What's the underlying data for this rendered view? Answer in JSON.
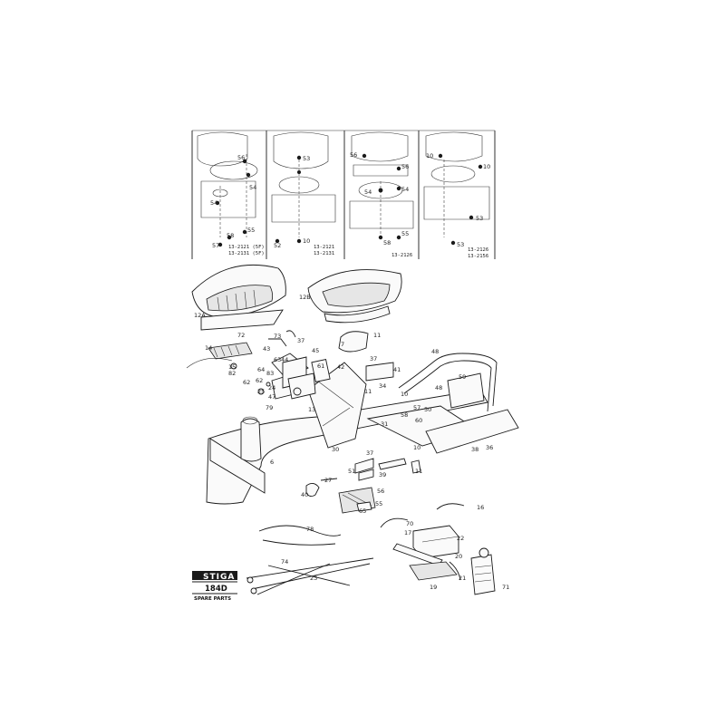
{
  "brand": {
    "logo_text": "STIGA",
    "model": "184D",
    "subtitle": "SPARE PARTS"
  },
  "panels": [
    {
      "codes": [
        "13-2121 (5F)",
        "13-2131 (5F)"
      ],
      "labels": [
        "56",
        "54",
        "54",
        "58",
        "57",
        "55"
      ]
    },
    {
      "codes": [
        "13-2121",
        "13-2131"
      ],
      "labels": [
        "53",
        "52",
        "10"
      ]
    },
    {
      "codes": [
        "13-2126"
      ],
      "labels": [
        "56",
        "56",
        "54",
        "54",
        "55",
        "58"
      ]
    },
    {
      "codes": [
        "13-2126",
        "13-2156"
      ],
      "labels": [
        "10",
        "10",
        "53",
        "53"
      ]
    }
  ],
  "parts": [
    "12A",
    "72",
    "14",
    "15",
    "82",
    "62",
    "12B",
    "7",
    "11",
    "73",
    "43",
    "37",
    "45",
    "44",
    "63",
    "83",
    "64",
    "62",
    "25",
    "24",
    "47",
    "79",
    "61",
    "42",
    "37",
    "41",
    "34",
    "48",
    "10",
    "59",
    "48",
    "50",
    "57",
    "38",
    "11",
    "58",
    "60",
    "13",
    "6",
    "30",
    "31",
    "10",
    "51",
    "37",
    "39",
    "11",
    "36",
    "40",
    "27",
    "56",
    "55",
    "65",
    "16",
    "78",
    "17",
    "70",
    "22",
    "20",
    "74",
    "23",
    "19",
    "21",
    "71"
  ]
}
